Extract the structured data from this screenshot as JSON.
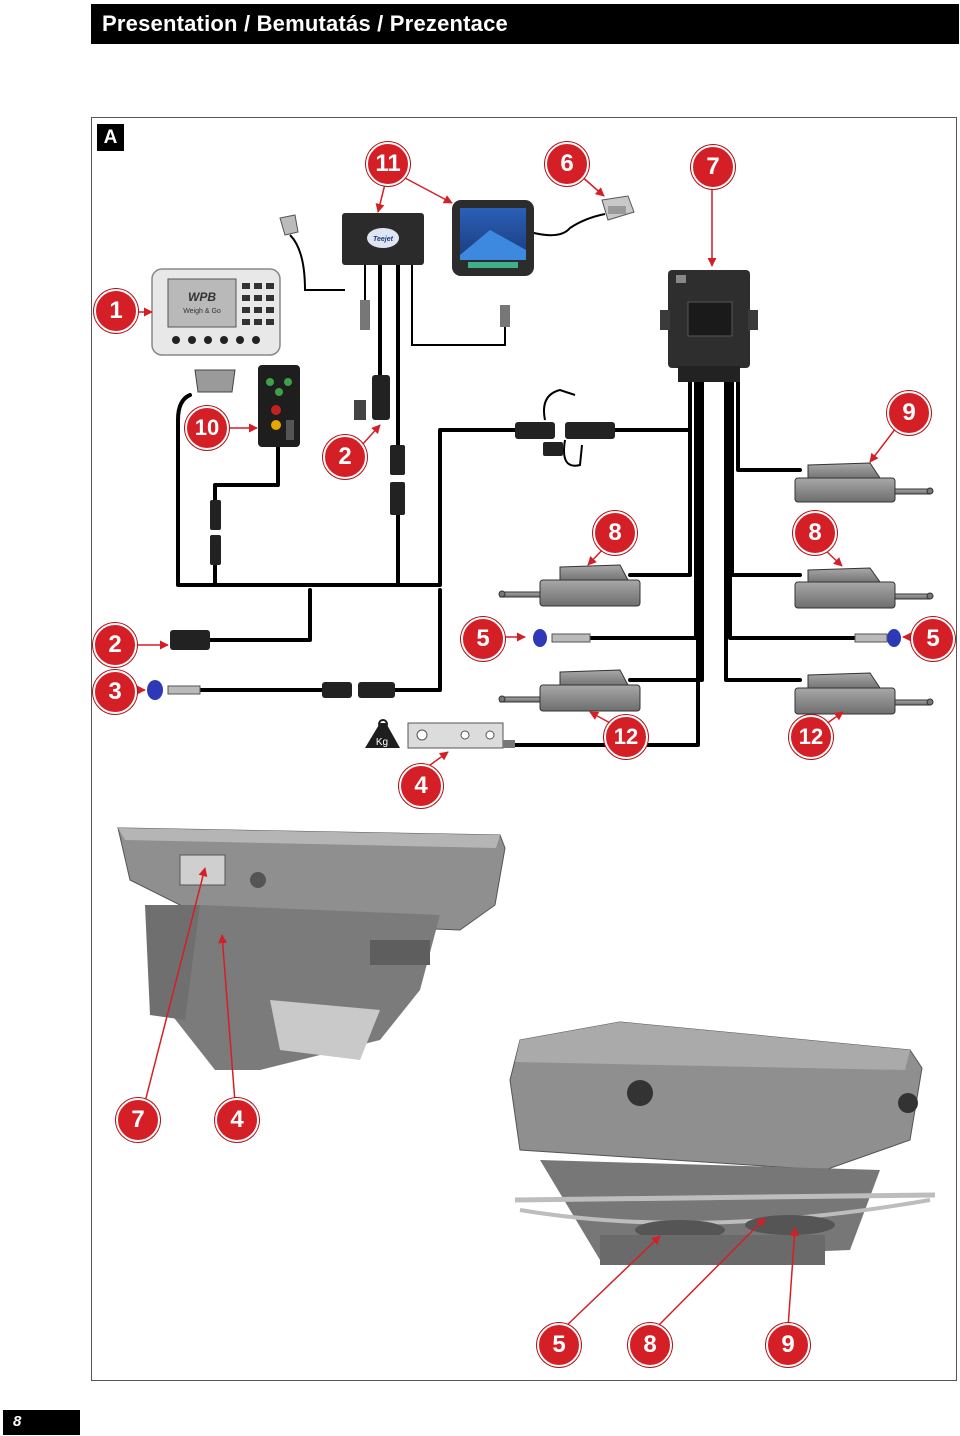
{
  "header": {
    "title": "Presentation / Bemutatás / Prezentace"
  },
  "section": {
    "label": "A"
  },
  "callouts": {
    "c11": "11",
    "c6": "6",
    "c7": "7",
    "c1": "1",
    "c9": "9",
    "c10": "10",
    "c2a": "2",
    "c8a": "8",
    "c8b": "8",
    "c2b": "2",
    "c5a": "5",
    "c5b": "5",
    "c3": "3",
    "c12a": "12",
    "c12b": "12",
    "c4": "4",
    "p7": "7",
    "p4": "4",
    "p5": "5",
    "p8": "8",
    "p9": "9"
  },
  "devices": {
    "terminal_brand": "WPB",
    "terminal_sub": "Weigh & Go",
    "weight_unit": "Kg"
  },
  "footer": {
    "page_number": "8"
  },
  "colors": {
    "accent": "#d41f26",
    "cable": "#000000",
    "machine": "#8a8a8a"
  }
}
